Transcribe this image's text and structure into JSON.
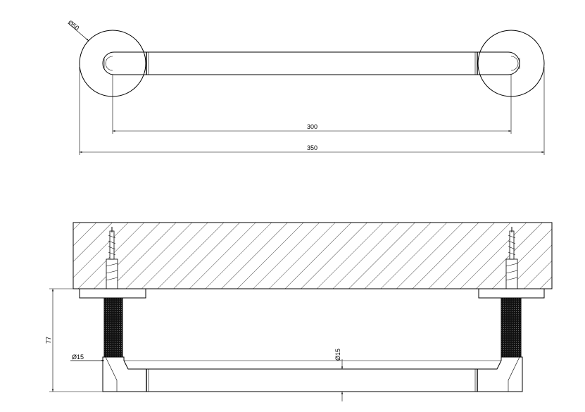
{
  "top_view": {
    "rosette_diameter_label": "Ø50",
    "center_distance_label": "300",
    "overall_length_label": "350"
  },
  "section_view": {
    "projection_label": "77",
    "post_diameter_label": "Ø15",
    "bar_diameter_label": "Ø15"
  }
}
